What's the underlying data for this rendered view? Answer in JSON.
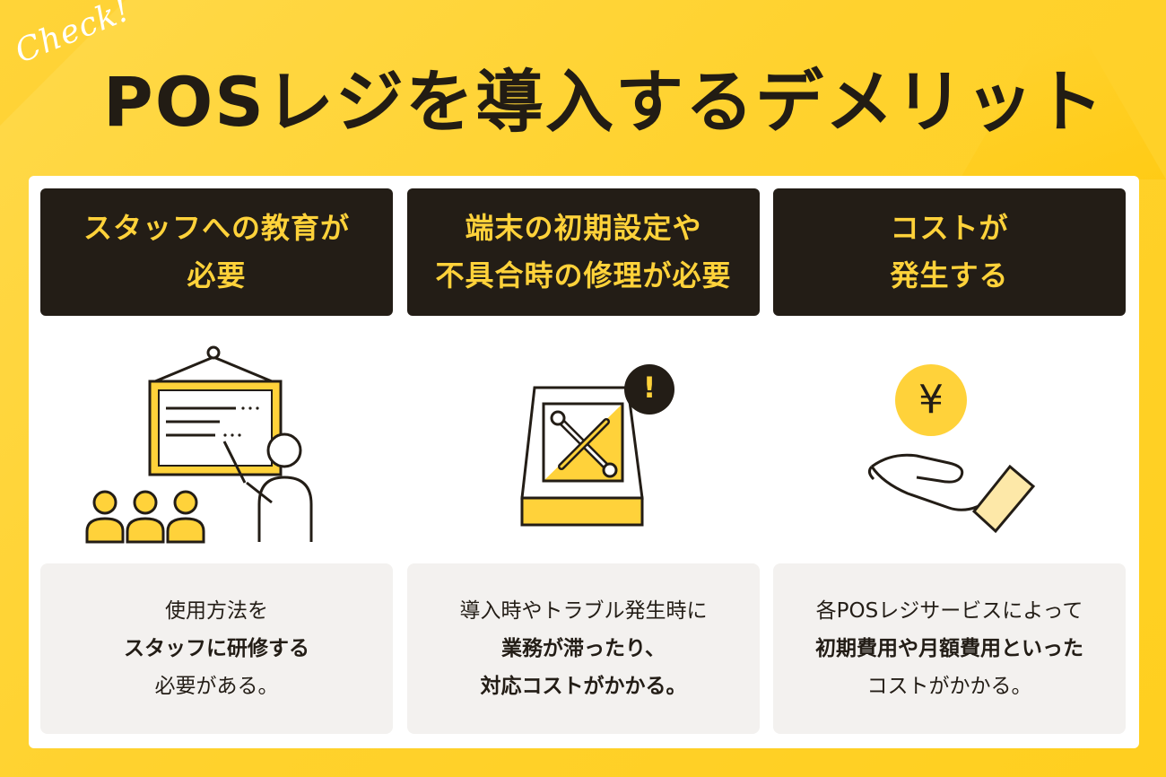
{
  "check_label": "Check!",
  "title": "POSレジを導入するデメリット",
  "colors": {
    "background": "#ffd22e",
    "dark": "#231d16",
    "accent": "#ffd23a",
    "desc_bg": "#f3f1ef"
  },
  "cards": [
    {
      "heading": [
        "スタッフへの教育が",
        "必要"
      ],
      "icon": "teacher-presentation-icon",
      "desc": [
        "使用方法を",
        "スタッフに研修する",
        "必要がある。"
      ]
    },
    {
      "heading": [
        "端末の初期設定や",
        "不具合時の修理が必要"
      ],
      "icon": "device-repair-tools-icon",
      "alert_mark": "!",
      "desc": [
        "導入時やトラブル発生時に",
        "業務が滞ったり、",
        "対応コストがかかる。"
      ]
    },
    {
      "heading": [
        "コストが",
        "発生する"
      ],
      "icon": "yen-coin-hand-icon",
      "coin_symbol": "¥",
      "desc": [
        "各POSレジサービスによって",
        "初期費用や月額費用といった",
        "コストがかかる。"
      ]
    }
  ]
}
